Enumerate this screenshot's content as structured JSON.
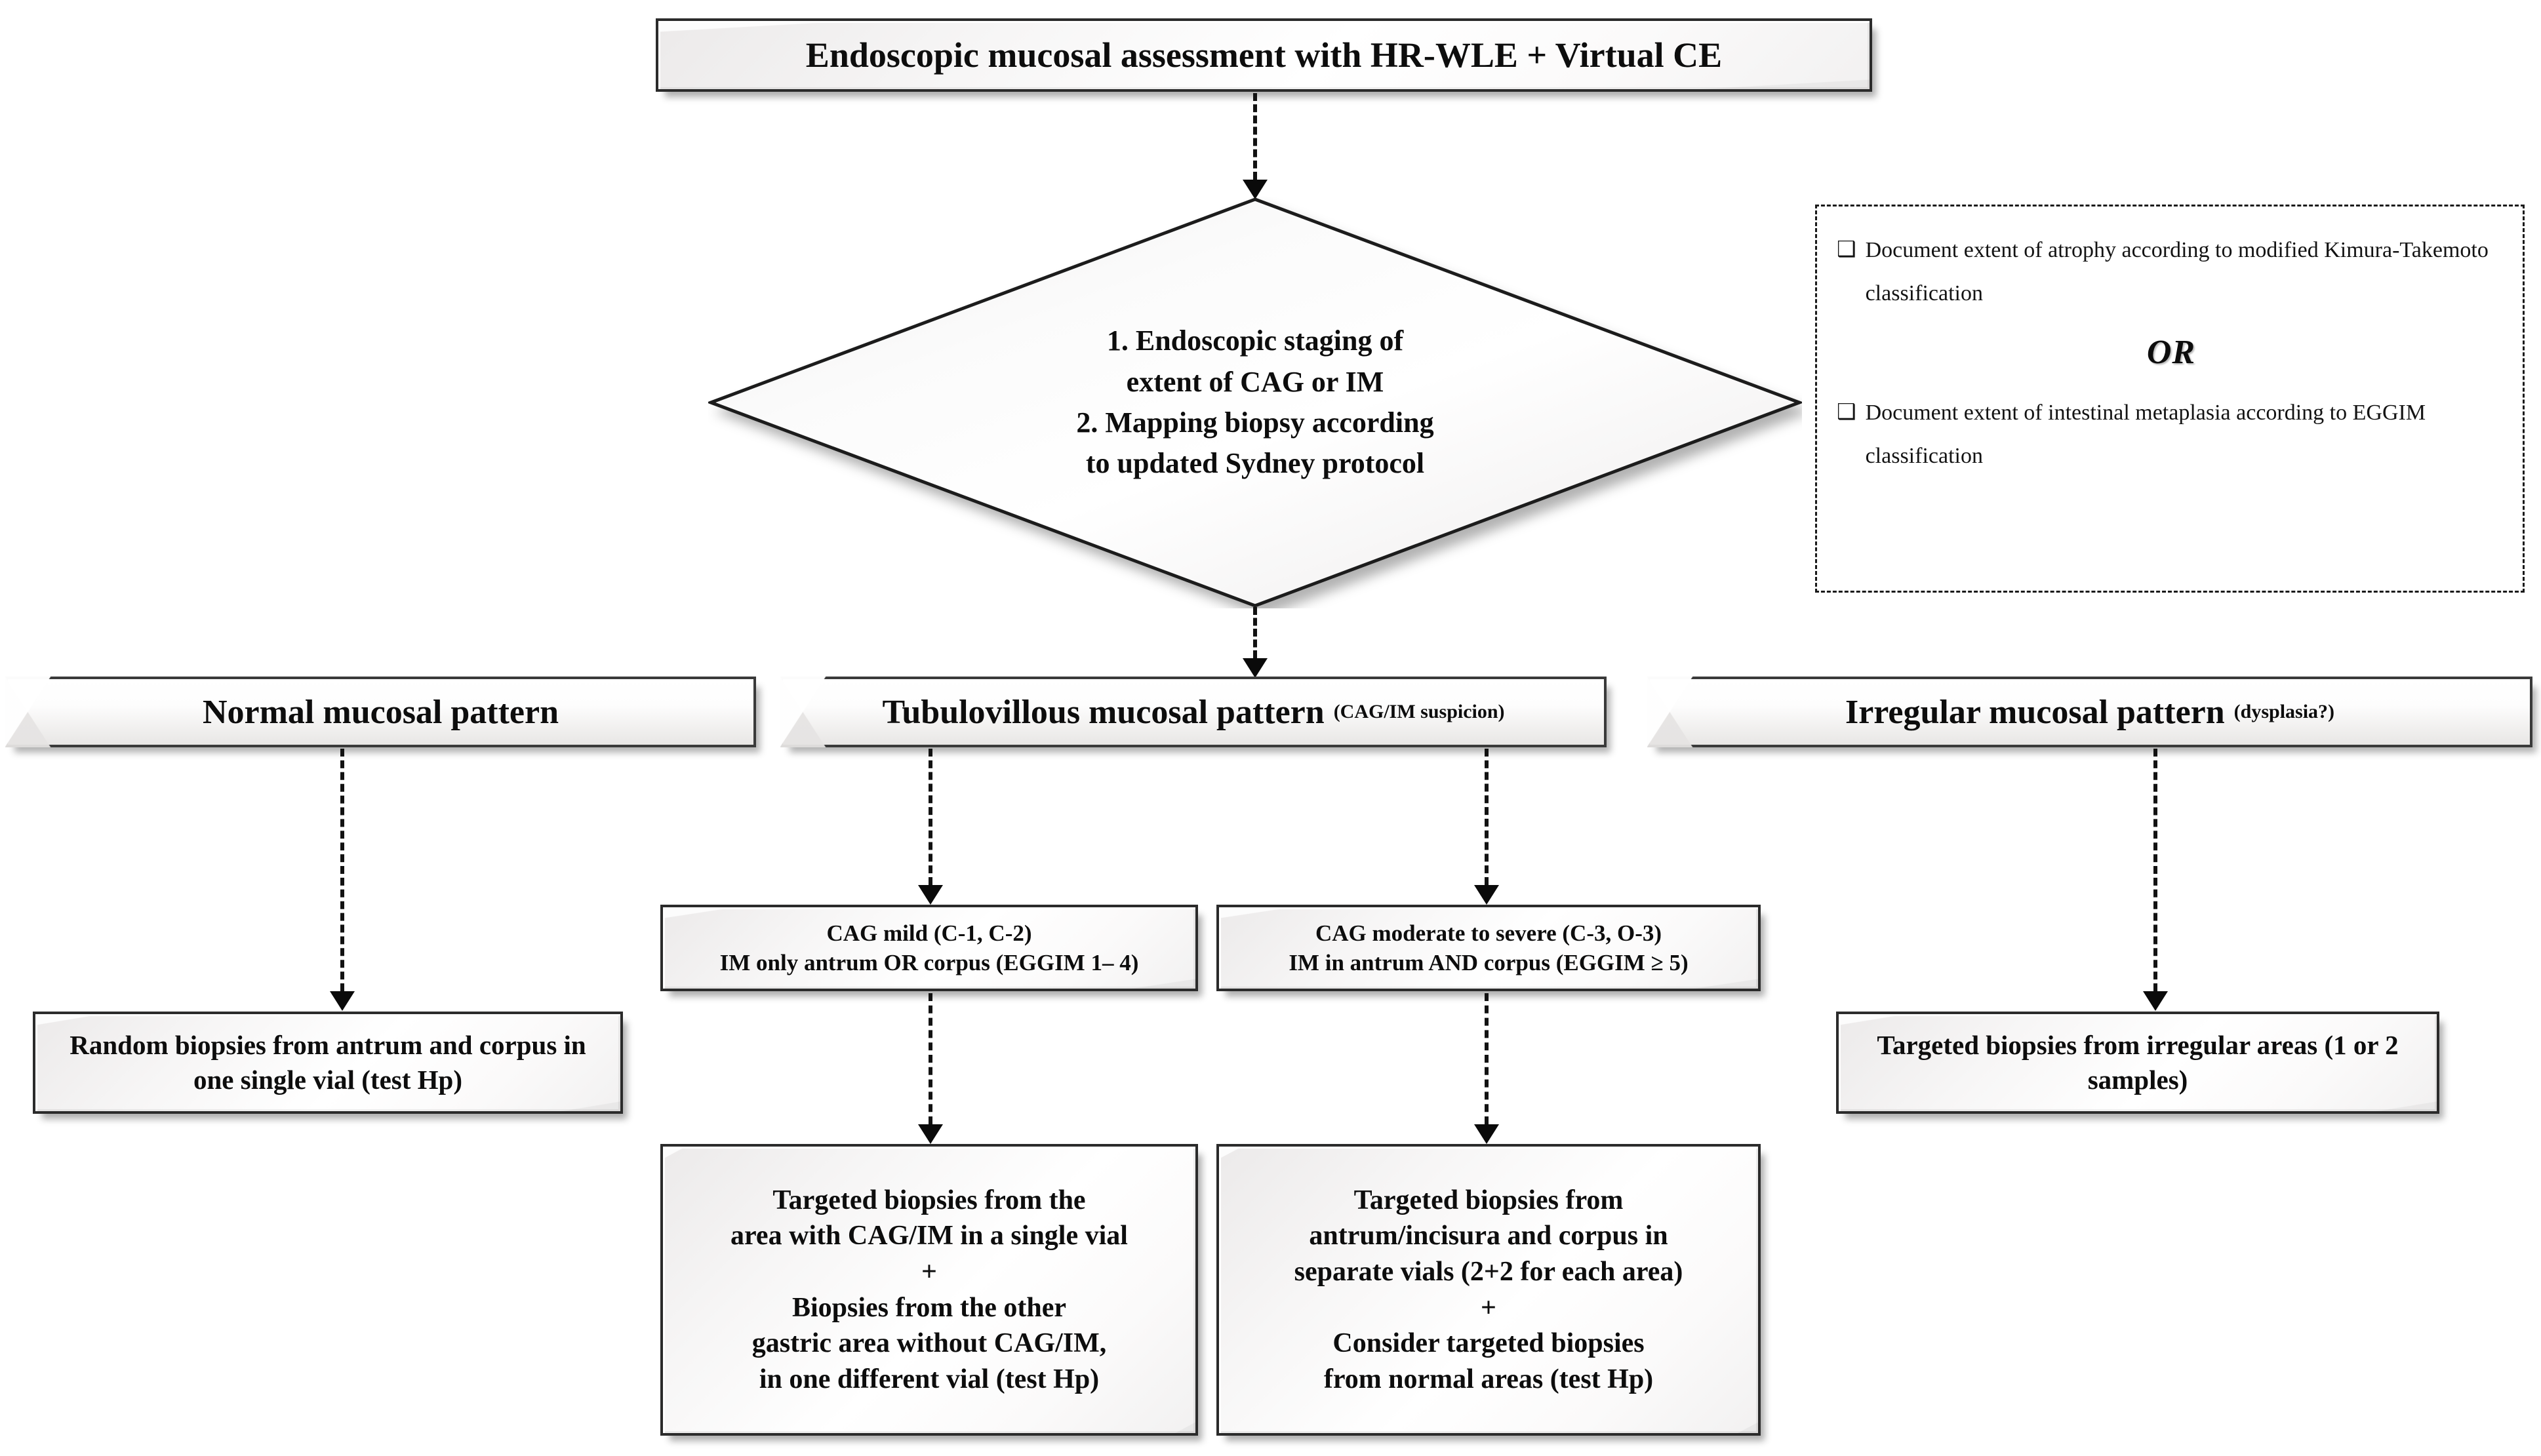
{
  "title_box": {
    "text": "Endoscopic mucosal assessment with HR-WLE + Virtual CE"
  },
  "decision_diamond": {
    "lines": [
      "1. Endoscopic staging of",
      "extent of CAG or IM",
      "2. Mapping biopsy according",
      "to updated Sydney protocol"
    ]
  },
  "note_panel": {
    "items": [
      {
        "checkbox_icon": "checkbox-empty-icon",
        "glyph": "❑",
        "text": "Document extent of atrophy according to modified Kimura-Takemoto classification"
      },
      {
        "checkbox_icon": "checkbox-empty-icon",
        "glyph": "❑",
        "text": "Document extent of intestinal metaplasia according to EGGIM classification"
      }
    ],
    "separator": "OR"
  },
  "branches": {
    "normal": {
      "banner_main": "Normal mucosal pattern",
      "banner_sub": "",
      "leaf": "Random biopsies from antrum and corpus in one single vial (test Hp)"
    },
    "tubulovillous": {
      "banner_main": "Tubulovillous mucosal pattern",
      "banner_sub": "(CAG/IM suspicion)",
      "condition_mild": "CAG mild (C-1, C-2)\nIM only antrum OR corpus (EGGIM 1– 4)",
      "condition_mild_l1": "CAG mild (C-1, C-2)",
      "condition_mild_l2": "IM only antrum OR corpus (EGGIM 1– 4)",
      "condition_severe_l1": "CAG moderate to severe (C-3, O-3)",
      "condition_severe_l2": "IM in antrum AND corpus (EGGIM ≥ 5)",
      "leaf_mild_lines": [
        "Targeted biopsies from the",
        "area with CAG/IM in a single vial",
        "+",
        "Biopsies from the other",
        "gastric area without CAG/IM,",
        "in one different vial (test Hp)"
      ],
      "leaf_severe_lines": [
        "Targeted biopsies from",
        "antrum/incisura and corpus in",
        "separate vials (2+2 for each area)",
        "+",
        "Consider targeted biopsies",
        "from normal areas (test Hp)"
      ]
    },
    "irregular": {
      "banner_main": "Irregular mucosal pattern",
      "banner_sub": "(dysplasia?)",
      "leaf": "Targeted biopsies from irregular areas (1 or 2 samples)"
    }
  },
  "colors": {
    "ink": "#0d0d0d",
    "border": "#2b2b2b",
    "box_fill": "#f7f6f6",
    "page_bg": "#ffffff",
    "arrow": "#0a0a0a"
  },
  "connector_icons": {
    "arrow": "arrow-down-dashed-icon"
  }
}
